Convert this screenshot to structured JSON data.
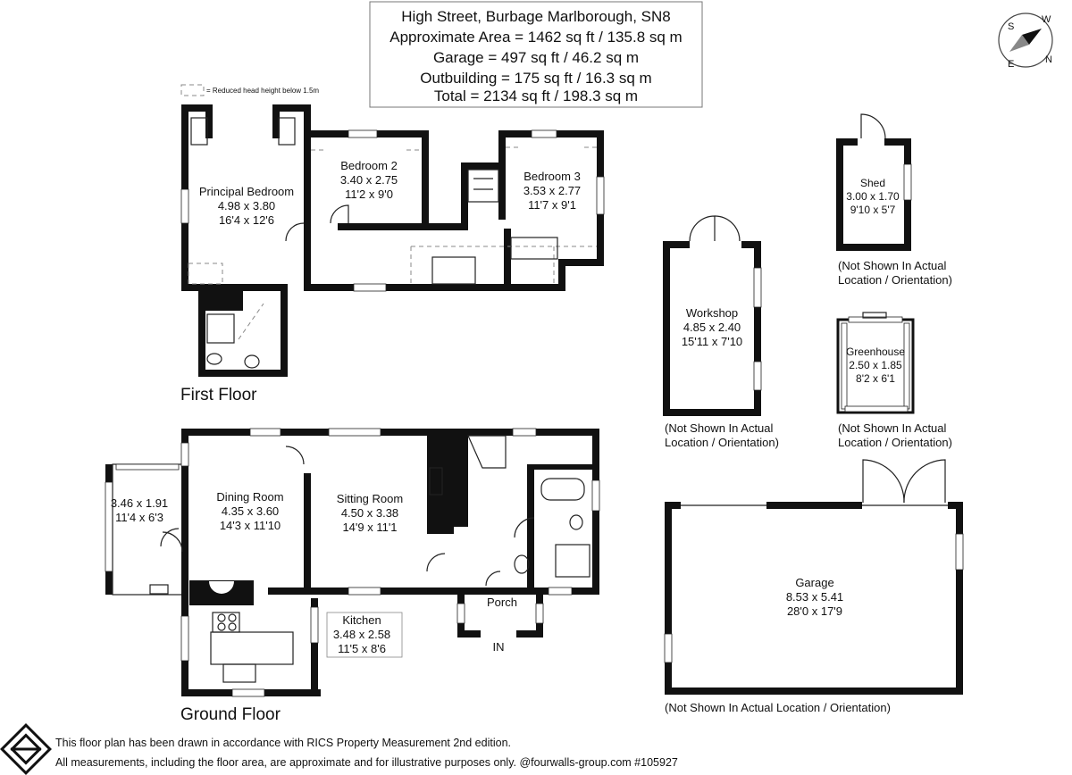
{
  "header": {
    "line1": "High Street, Burbage Marlborough, SN8",
    "line2": "Approximate Area = 1462 sq ft / 135.8 sq m",
    "line3": "Garage = 497 sq ft / 46.2 sq m",
    "line4": "Outbuilding = 175 sq ft / 16.3 sq m",
    "line5": "Total = 2134 sq ft / 198.3 sq m"
  },
  "legend": {
    "reduced_head_height": "= Reduced head height below 1.5m"
  },
  "compass": {
    "n": "N",
    "s": "S",
    "e": "E",
    "w": "W"
  },
  "floors": {
    "first": "First Floor",
    "ground": "Ground Floor"
  },
  "rooms": {
    "principal_bedroom": {
      "name": "Principal Bedroom",
      "metric": "4.98 x 3.80",
      "imperial": "16'4 x 12'6"
    },
    "bedroom2": {
      "name": "Bedroom 2",
      "metric": "3.40 x 2.75",
      "imperial": "11'2 x 9'0"
    },
    "bedroom3": {
      "name": "Bedroom 3",
      "metric": "3.53 x 2.77",
      "imperial": "11'7 x 9'1"
    },
    "dining_room": {
      "name": "Dining Room",
      "metric": "4.35 x 3.60",
      "imperial": "14'3 x 11'10"
    },
    "sitting_room": {
      "name": "Sitting Room",
      "metric": "4.50 x 3.38",
      "imperial": "14'9 x 11'1"
    },
    "kitchen": {
      "name": "Kitchen",
      "metric": "3.48 x 2.58",
      "imperial": "11'5 x 8'6"
    },
    "conservatory": {
      "metric": "3.46 x 1.91",
      "imperial": "11'4 x 6'3"
    },
    "porch": {
      "name": "Porch",
      "entry": "IN"
    },
    "workshop": {
      "name": "Workshop",
      "metric": "4.85 x 2.40",
      "imperial": "15'11 x 7'10"
    },
    "shed": {
      "name": "Shed",
      "metric": "3.00 x 1.70",
      "imperial": "9'10 x 5'7"
    },
    "greenhouse": {
      "name": "Greenhouse",
      "metric": "2.50 x 1.85",
      "imperial": "8'2 x 6'1"
    },
    "garage": {
      "name": "Garage",
      "metric": "8.53 x 5.41",
      "imperial": "28'0 x 17'9"
    }
  },
  "notes": {
    "not_shown_1": "(Not Shown In Actual",
    "not_shown_2": "Location / Orientation)",
    "garage_not_shown": "(Not Shown In Actual Location / Orientation)"
  },
  "footer": {
    "line1": "This floor plan has been drawn in accordance with RICS Property Measurement 2nd edition.",
    "line2": "All measurements, including the floor area, are approximate and for illustrative purposes only. @fourwalls-group.com #105927"
  }
}
